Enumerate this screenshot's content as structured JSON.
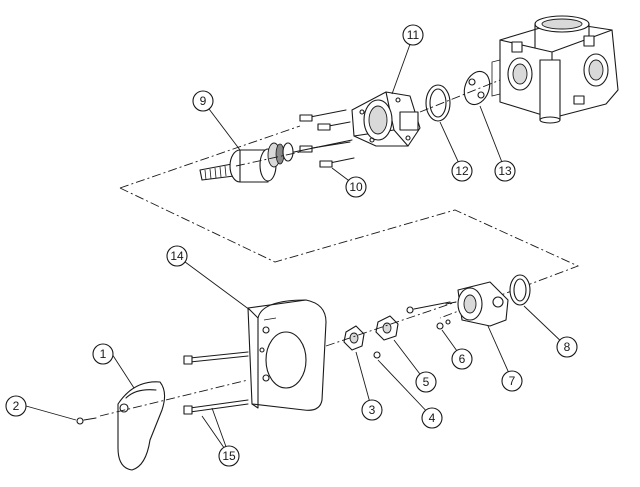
{
  "diagram": {
    "type": "exploded-parts-view",
    "callouts": [
      {
        "id": "c1",
        "label": "1"
      },
      {
        "id": "c2",
        "label": "2"
      },
      {
        "id": "c3",
        "label": "3"
      },
      {
        "id": "c4",
        "label": "4"
      },
      {
        "id": "c5",
        "label": "5"
      },
      {
        "id": "c6",
        "label": "6"
      },
      {
        "id": "c7",
        "label": "7"
      },
      {
        "id": "c8",
        "label": "8"
      },
      {
        "id": "c9",
        "label": "9"
      },
      {
        "id": "c10",
        "label": "10"
      },
      {
        "id": "c11",
        "label": "11"
      },
      {
        "id": "c12",
        "label": "12"
      },
      {
        "id": "c13",
        "label": "13"
      },
      {
        "id": "c14",
        "label": "14"
      },
      {
        "id": "c15",
        "label": "15"
      }
    ]
  }
}
